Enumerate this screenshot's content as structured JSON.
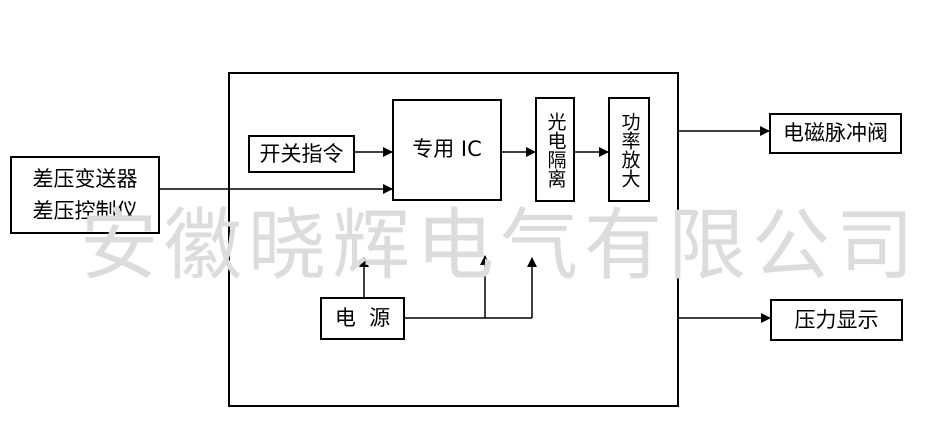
{
  "diagram": {
    "inputs": {
      "line1": "差压变送器",
      "line2": "差压控制仪"
    },
    "switch_cmd": "开关指令",
    "asic": "专用 IC",
    "optocoupler": "光电隔离",
    "power_amp": "功率放大",
    "power_supply": "电  源",
    "outputs": {
      "valve": "电磁脉冲阀",
      "pressure_display": "压力显示"
    },
    "watermark": "安徽晓辉电气有限公司"
  }
}
